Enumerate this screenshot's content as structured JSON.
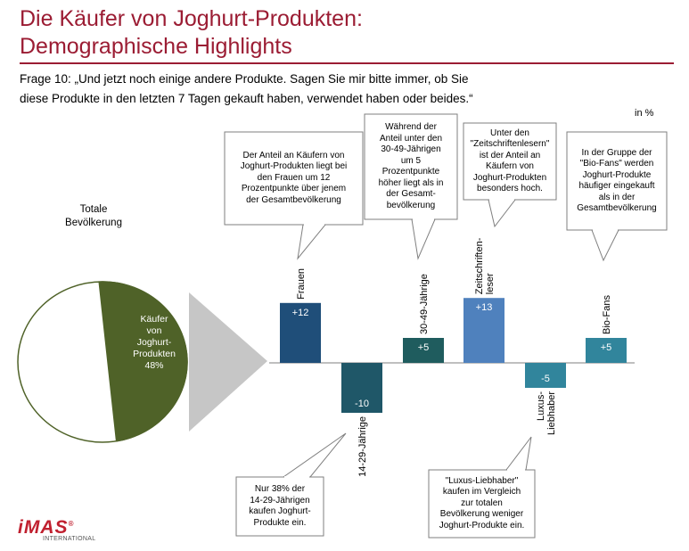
{
  "title_line1": "Die Käufer von Joghurt-Produkten:",
  "title_line2": "Demographische Highlights",
  "question_line1": "Frage 10:  „Und jetzt noch einige andere Produkte. Sagen Sie mir bitte immer, ob Sie",
  "question_line2": "diese Produkte in den letzten 7 Tagen gekauft haben, verwendet haben oder beides.“",
  "unit_label": "in %",
  "pie": {
    "label_line1": "Totale",
    "label_line2": "Bevölkerung",
    "inner_line1": "Käufer",
    "inner_line2": "von",
    "inner_line3": "Joghurt-",
    "inner_line4": "Produkten",
    "inner_line5": "48%",
    "share": 48,
    "color": "#4f6228"
  },
  "chart_data": {
    "type": "bar",
    "categories": [
      "Frauen",
      "14-29-Jährige",
      "30-49-Jährige",
      "Zeitschriften-leser",
      "Luxus-Liebhaber",
      "Bio-Fans"
    ],
    "values": [
      12,
      -10,
      5,
      13,
      -5,
      5
    ],
    "value_labels": [
      "+12",
      "-10",
      "+5",
      "+13",
      "-5",
      "+5"
    ],
    "category_lines": [
      [
        "Frauen"
      ],
      [
        "14-29-Jährige"
      ],
      [
        "30-49-Jährige"
      ],
      [
        "Zeitschriften-",
        "leser"
      ],
      [
        "Luxus-",
        "Liebhaber"
      ],
      [
        "Bio-Fans"
      ]
    ],
    "colors": [
      "#1f4e79",
      "#1f5768",
      "#1f5c5e",
      "#4f81bd",
      "#31859c",
      "#31859c"
    ],
    "ylim": [
      -13,
      13
    ]
  },
  "callouts": [
    {
      "lines": [
        "Der Anteil an Käufern von",
        "Joghurt-Produkten liegt bei",
        "den Frauen um 12",
        "Prozentpunkte über jenem",
        "der Gesamtbevölkerung"
      ]
    },
    {
      "lines": [
        "Während der",
        "Anteil unter den",
        "30-49-Jährigen",
        "um 5",
        "Prozentpunkte",
        "höher liegt als in",
        "der Gesamt-",
        "bevölkerung"
      ]
    },
    {
      "lines": [
        "Unter den",
        "\"Zeitschriftenlesern\"",
        "ist der Anteil an",
        "Käufern von",
        "Joghurt-Produkten",
        "besonders hoch."
      ]
    },
    {
      "lines": [
        "In der Gruppe der",
        "\"Bio-Fans\" werden",
        "Joghurt-Produkte",
        "häufiger eingekauft",
        "als in der",
        "Gesamtbevölkerung"
      ]
    },
    {
      "lines": [
        "Nur 38% der",
        "14-29-Jährigen",
        "kaufen Joghurt-",
        "Produkte ein."
      ]
    },
    {
      "lines": [
        "\"Luxus-Liebhaber\"",
        "kaufen im Vergleich",
        "zur totalen",
        "Bevölkerung weniger",
        "Joghurt-Produkte ein."
      ]
    }
  ],
  "logo": {
    "main": "iMAS",
    "reg": "®",
    "sub": "INTERNATIONAL"
  }
}
